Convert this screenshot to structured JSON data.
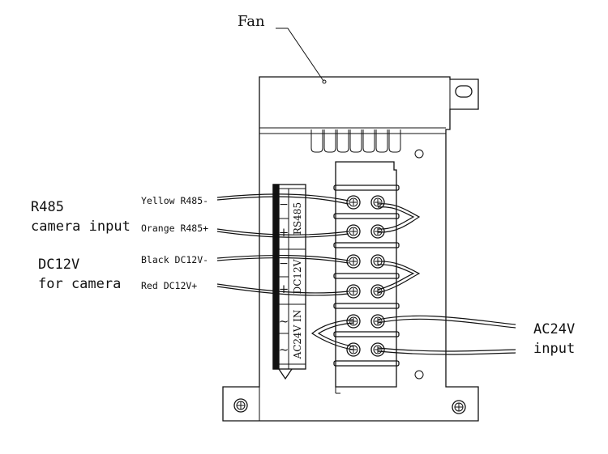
{
  "callouts": {
    "fan": "Fan"
  },
  "groups": {
    "r485_line1": "R485",
    "r485_line2": "camera input",
    "dc12v_line1": "DC12V",
    "dc12v_line2": "for camera",
    "ac24v_line1": "AC24V",
    "ac24v_line2": "input"
  },
  "wires": {
    "yellow": "Yellow R485-",
    "orange": "Orange R485+",
    "black": "Black DC12V-",
    "red": "Red DC12V+"
  },
  "terminal_block": {
    "rs485": "RS485",
    "dc12v": "DC12V",
    "ac24v_in": "AC24V IN",
    "minus_1": "−",
    "plus_1": "+",
    "minus_2": "−",
    "plus_2": "+",
    "tilde_1": "~",
    "tilde_2": "~"
  }
}
